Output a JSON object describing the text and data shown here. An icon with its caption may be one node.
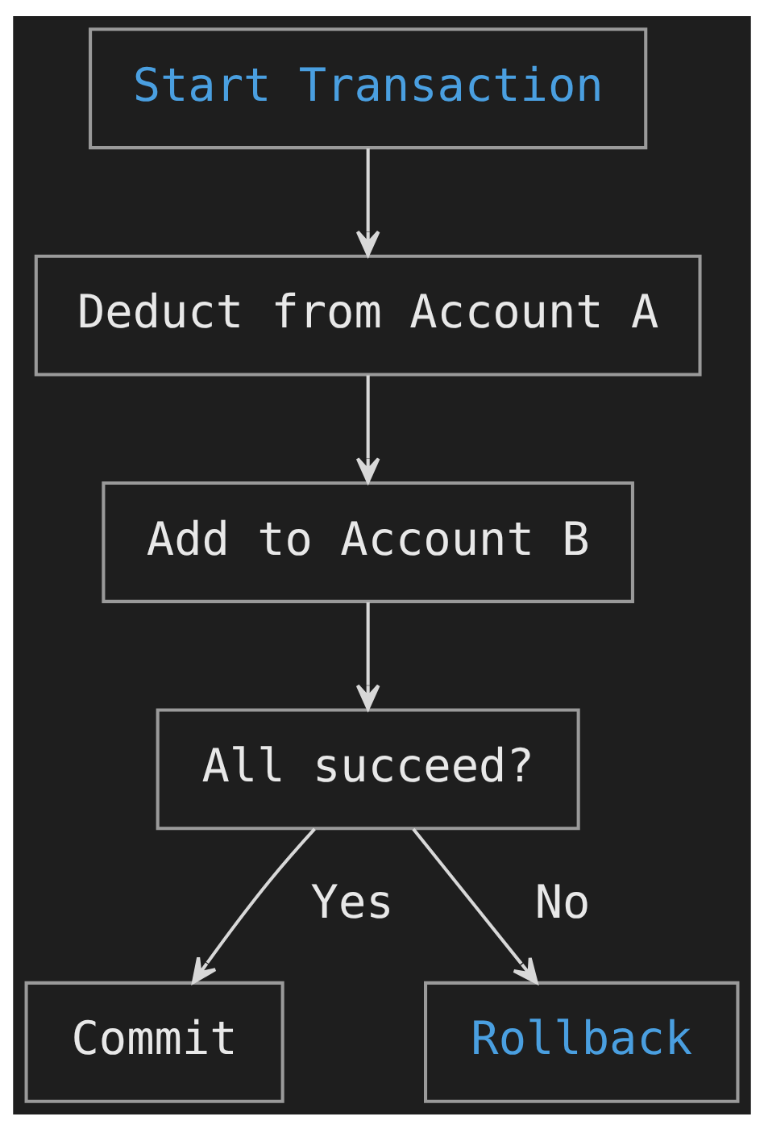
{
  "diagram": {
    "nodes": [
      {
        "text": [
          "Start Transaction"
        ]
      },
      {
        "text": [
          "Deduct from Account A"
        ]
      },
      {
        "text": [
          "Add to Account B"
        ]
      },
      {
        "text": [
          "All succeed?"
        ]
      },
      {
        "text": [
          "Commit"
        ]
      },
      {
        "text": [
          "Rollback"
        ]
      }
    ],
    "edges": [
      {
        "from": 0,
        "to": 1,
        "arrow": "to"
      },
      {
        "from": 1,
        "to": 2,
        "arrow": "to"
      },
      {
        "from": 2,
        "to": 3,
        "arrow": "to"
      },
      {
        "from": 3,
        "to": 4,
        "arrow": "to",
        "label": "Yes"
      },
      {
        "from": 3,
        "to": 5,
        "arrow": "to",
        "label": "No"
      }
    ]
  }
}
